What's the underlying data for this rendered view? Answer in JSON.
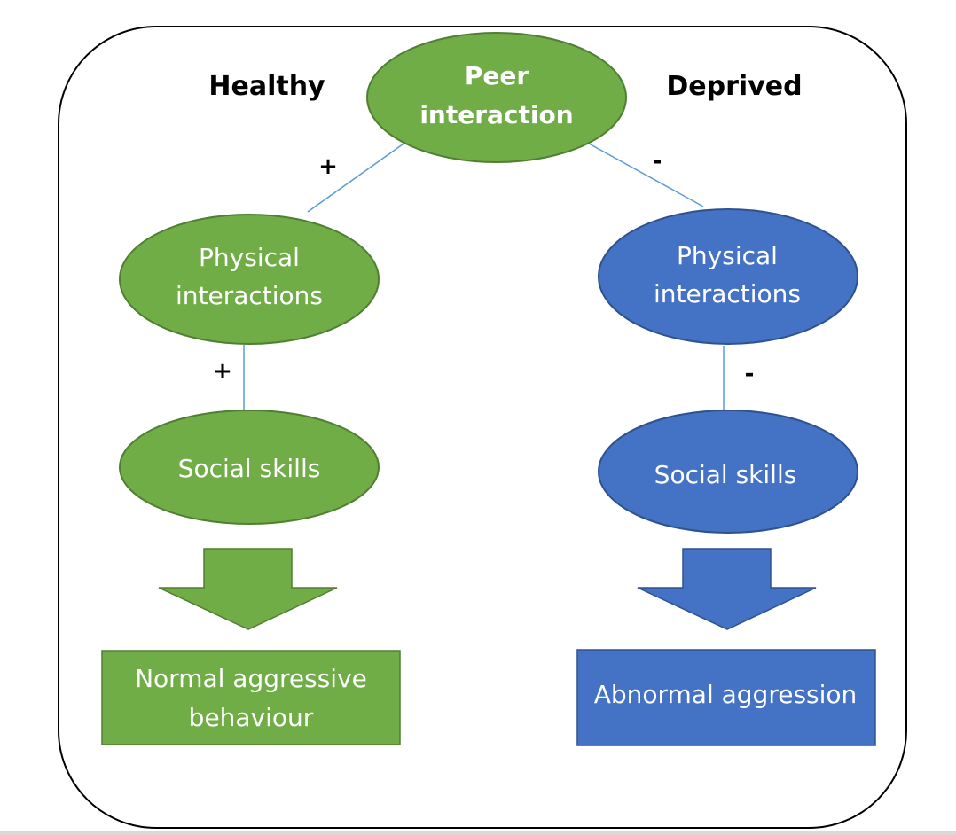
{
  "colors": {
    "healthy": "#70ad47",
    "healthy_stroke": "#507e32",
    "deprived": "#4472c4",
    "deprived_stroke": "#2f528f",
    "connector": "#5b9bd5",
    "frame": "#000000"
  },
  "headers": {
    "healthy": "Healthy",
    "deprived": "Deprived"
  },
  "top_node": {
    "line1": "Peer",
    "line2": "interaction"
  },
  "healthy_branch": {
    "sign_top": "+",
    "physical_line1": "Physical",
    "physical_line2": "interactions",
    "sign_mid": "+",
    "social": "Social skills",
    "outcome_line1": "Normal aggressive",
    "outcome_line2": "behaviour"
  },
  "deprived_branch": {
    "sign_top": "-",
    "physical_line1": "Physical",
    "physical_line2": "interactions",
    "sign_mid": "-",
    "social": "Social skills",
    "outcome": "Abnormal aggression"
  }
}
